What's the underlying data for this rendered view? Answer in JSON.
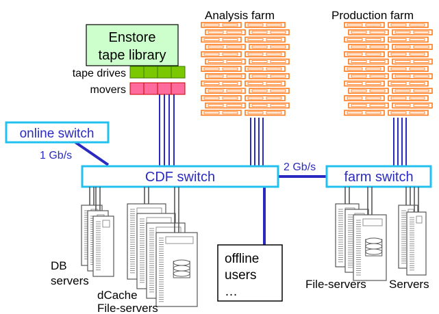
{
  "colors": {
    "switch_border": "#22c0ee",
    "switch_text": "#2a2ac0",
    "link": "#2a2ac0",
    "farm_node": "#ff7a1a",
    "enstore_fill": "#ccffcc",
    "tape_drive_fill": "#7cc800",
    "mover_fill": "#ff6b9c",
    "mover_border": "#cc0000",
    "server_stroke": "#555555"
  },
  "nodes": {
    "analysis_farm": "Analysis farm",
    "production_farm": "Production farm",
    "enstore_line1": "Enstore",
    "enstore_line2": "tape library",
    "tape_drives": "tape drives",
    "movers": "movers",
    "online_switch": "online switch",
    "cdf_switch": "CDF switch",
    "farm_switch": "farm switch",
    "db_line1": "DB",
    "db_line2": "servers",
    "dcache_line1": "dCache",
    "dcache_line2": "File-servers",
    "offline_line1": "offline",
    "offline_line2": "users",
    "offline_line3": "…",
    "file_servers": "File-servers",
    "servers": "Servers"
  },
  "links": {
    "online_link": "1 Gb/s",
    "farm_link": "2 Gb/s"
  },
  "icons": {
    "farm_node": "rack-node-icon",
    "server": "server-tower-icon",
    "disk": "disk-stack-icon"
  }
}
